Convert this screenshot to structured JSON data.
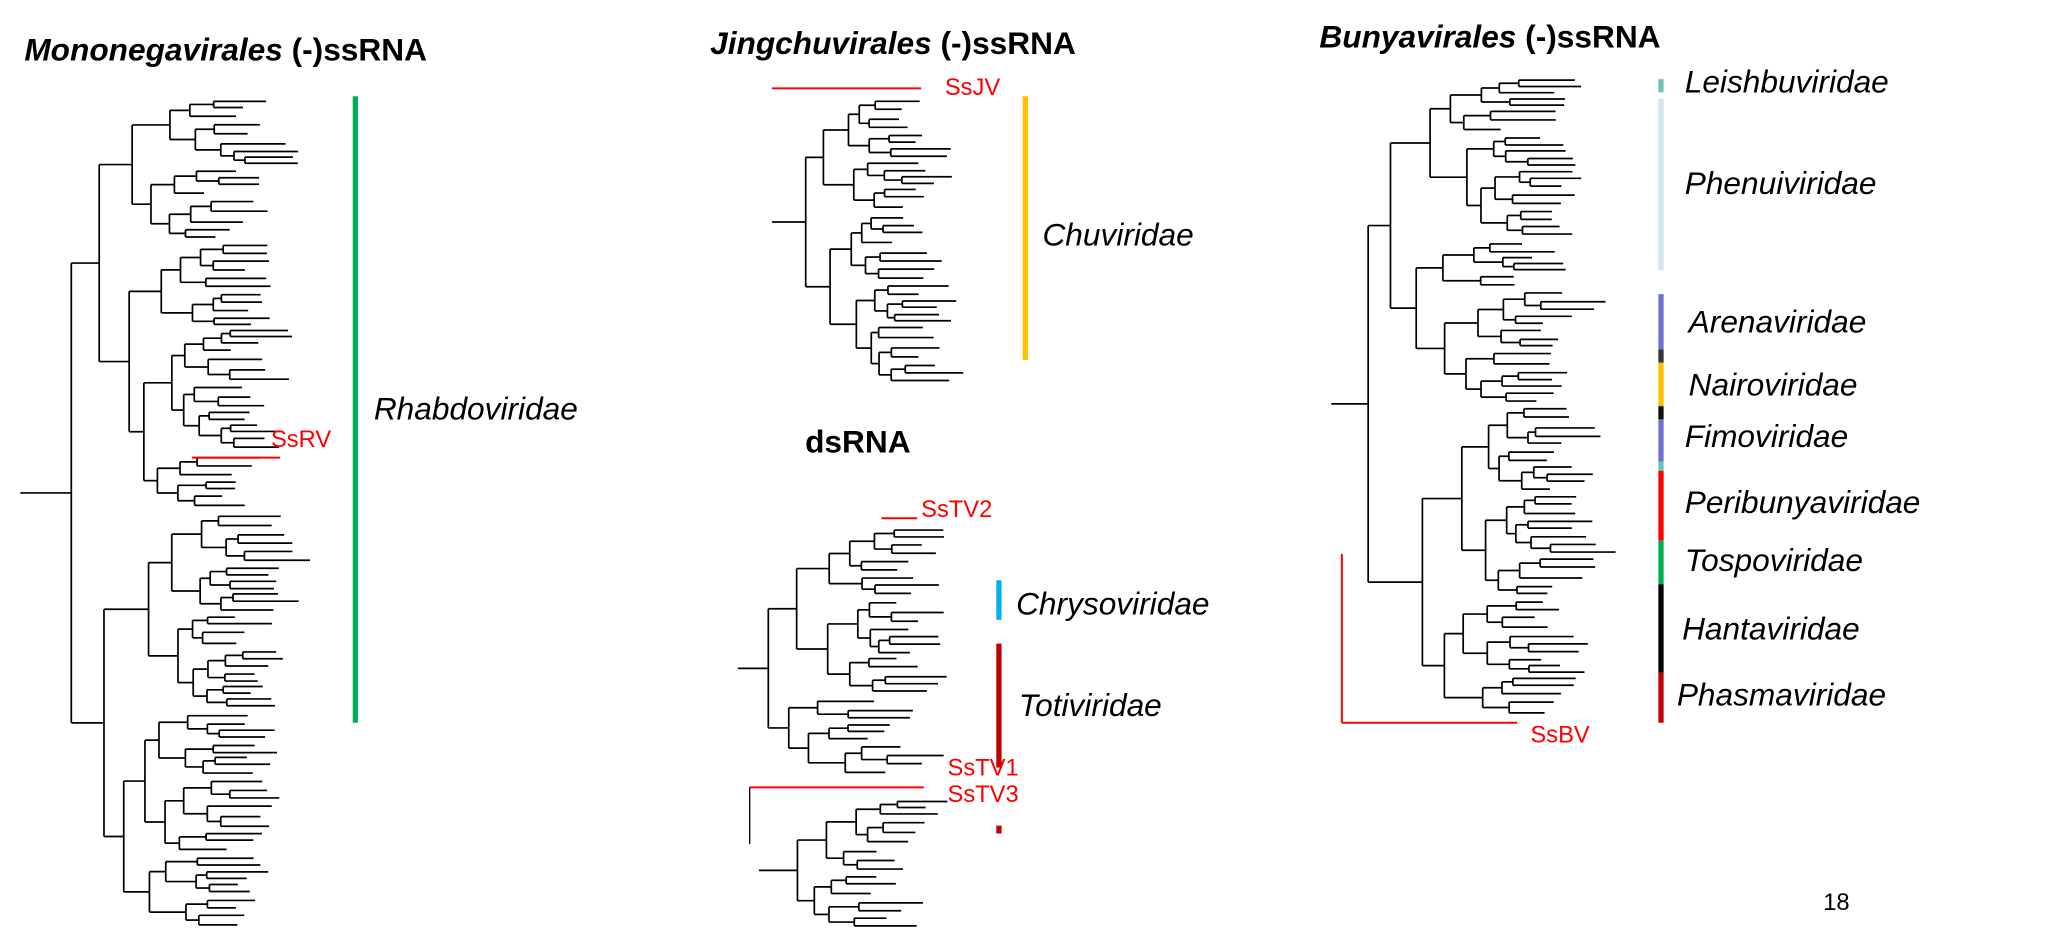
{
  "panels": {
    "mononegavirales": {
      "order": "Mononegavirales",
      "genome": " (-)ssRNA",
      "families": [
        {
          "name": "Rhabdoviridae",
          "color": "#00b050"
        }
      ],
      "virus": "SsRV"
    },
    "jingchuvirales": {
      "order": "Jingchuvirales",
      "genome": " (-)ssRNA",
      "families": [
        {
          "name": "Chuviridae",
          "color": "#ffc000"
        }
      ],
      "virus": "SsJV"
    },
    "dsrna": {
      "title": "dsRNA",
      "families": [
        {
          "name": "Chrysoviridae",
          "color": "#00b0f0"
        },
        {
          "name": "Totiviridae",
          "color": "#c00000"
        }
      ],
      "viruses": [
        "SsTV2",
        "SsTV1",
        "SsTV3"
      ]
    },
    "bunyavirales": {
      "order": "Bunyavirales",
      "genome": " (-)ssRNA",
      "families": [
        {
          "name": "Leishbuviridae",
          "color": "#70c0c0"
        },
        {
          "name": "Phenuiviridae",
          "color": "#d0e8ee"
        },
        {
          "name": "Arenaviridae",
          "color": "#7070d0"
        },
        {
          "name": "Nairoviridae",
          "color": "#ffc000"
        },
        {
          "name": "Fimoviridae",
          "color": "#7070d0"
        },
        {
          "name": "Peribunyaviridae",
          "color": "#ff0000"
        },
        {
          "name": "Tospoviridae",
          "color": "#00b050"
        },
        {
          "name": "Hantaviridae",
          "color": "#000000"
        },
        {
          "name": "Phasmaviridae",
          "color": "#c00000"
        }
      ],
      "virus": "SsBV"
    }
  },
  "page_number": "18",
  "highlight_color": "#ff0000"
}
